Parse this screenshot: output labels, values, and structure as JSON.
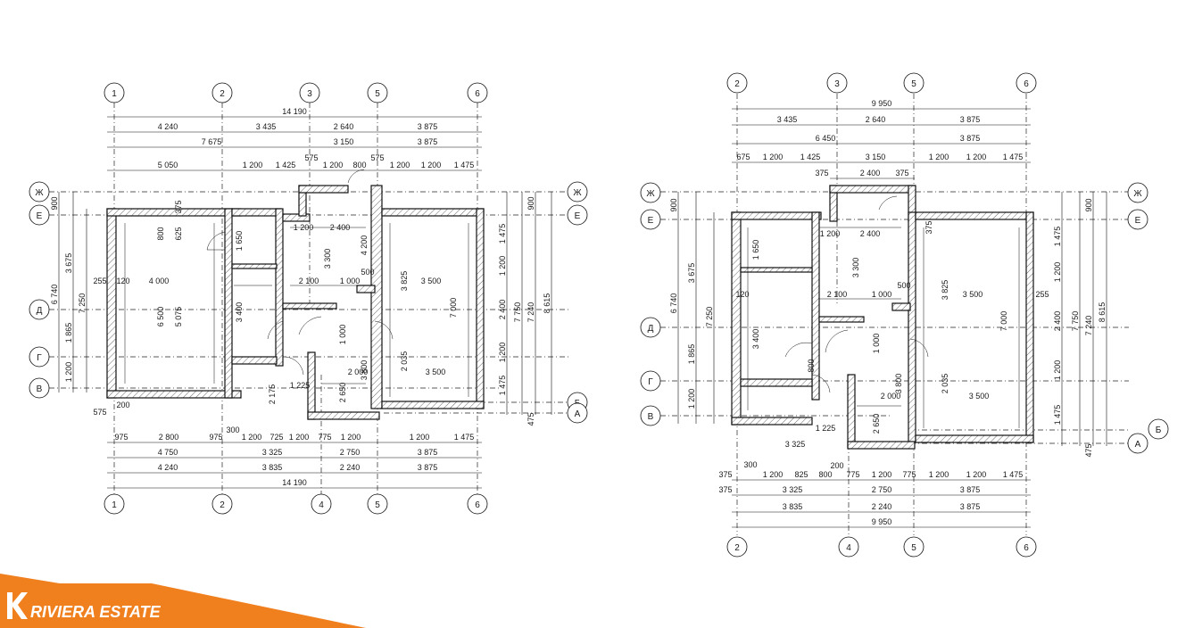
{
  "brand": {
    "name": "RIVIERA ESTATE",
    "accent": "#f07f1e"
  },
  "left_plan": {
    "axes_top": [
      "1",
      "2",
      "3",
      "5",
      "6"
    ],
    "axes_bottom": [
      "1",
      "2",
      "4",
      "5",
      "6"
    ],
    "axes_left": [
      "Ж",
      "Е",
      "Д",
      "Г",
      "В"
    ],
    "axes_right": [
      "Ж",
      "Е",
      "Б",
      "А"
    ],
    "top_total": "14 190",
    "top_row1": [
      "4 240",
      "3 435",
      "2 640",
      "3 875"
    ],
    "top_row2": [
      "7 675",
      "3 150",
      "3 875"
    ],
    "top_row3": [
      "5 050",
      "1 200",
      "1 425",
      "575",
      "1 200",
      "800",
      "575",
      "1 200",
      "1 200",
      "1 475"
    ],
    "bottom_row1": [
      "975",
      "2 800",
      "975",
      "300",
      "1 200",
      "725",
      "1 200",
      "775",
      "1 200",
      "1 200",
      "1 475"
    ],
    "bottom_row2": [
      "4 750",
      "3 325",
      "2 750",
      "3 875"
    ],
    "bottom_row3": [
      "4 240",
      "3 835",
      "2 240",
      "3 875"
    ],
    "bottom_total": "14 190",
    "left_dims": [
      "900",
      "3 675",
      "1 865",
      "1 200",
      "6 740",
      "7 250"
    ],
    "right_dims": [
      "900",
      "1 475",
      "1 200",
      "2 400",
      "1 200",
      "1 475",
      "475",
      "7 240",
      "7 750",
      "8 615"
    ],
    "room_dims": [
      "4 000",
      "6 500",
      "5 075",
      "3 500",
      "7 000",
      "3 825",
      "2 400",
      "3 300",
      "4 200",
      "2 100",
      "1 000",
      "2 000",
      "3 400",
      "2 035",
      "3 500",
      "2 650",
      "3 800",
      "1 000",
      "1 200",
      "1 650",
      "120",
      "255",
      "375",
      "625",
      "800",
      "500",
      "1 225",
      "2 175",
      "200",
      "575"
    ]
  },
  "right_plan": {
    "axes_top": [
      "2",
      "3",
      "5",
      "6"
    ],
    "axes_bottom": [
      "2",
      "4",
      "5",
      "6"
    ],
    "axes_left": [
      "Ж",
      "Е",
      "Д",
      "Г",
      "В"
    ],
    "axes_right": [
      "Ж",
      "Е",
      "Б",
      "А"
    ],
    "top_total": "9 950",
    "top_row1": [
      "3 435",
      "2 640",
      "3 875"
    ],
    "top_row2": [
      "6 450",
      "3 875"
    ],
    "top_row3": [
      "675",
      "1 200",
      "1 425",
      "3 150",
      "1 200",
      "1 200",
      "1 475"
    ],
    "top_row4": [
      "375",
      "2 400",
      "375"
    ],
    "bottom_row1": [
      "375",
      "1 200",
      "825",
      "800",
      "200",
      "775",
      "1 200",
      "775",
      "1 200",
      "1 200",
      "1 475"
    ],
    "bottom_row2": [
      "375",
      "3 325",
      "2 750",
      "3 875"
    ],
    "bottom_row3": [
      "3 835",
      "2 240",
      "3 875"
    ],
    "bottom_total": "9 950",
    "left_dims": [
      "900",
      "3 675",
      "1 865",
      "1 200",
      "6 740",
      "7 250"
    ],
    "right_dims": [
      "900",
      "1 475",
      "1 200",
      "2 400",
      "1 200",
      "1 475",
      "475",
      "7 240",
      "7 750",
      "8 615"
    ],
    "room_dims": [
      "2 400",
      "3 300",
      "2 100",
      "1 000",
      "2 000",
      "3 400",
      "3 500",
      "7 000",
      "3 825",
      "2 035",
      "3 500",
      "2 650",
      "3 800",
      "1 000",
      "1 650",
      "1 200",
      "3 325",
      "1 225",
      "300",
      "120",
      "255",
      "375",
      "500",
      "800"
    ]
  }
}
